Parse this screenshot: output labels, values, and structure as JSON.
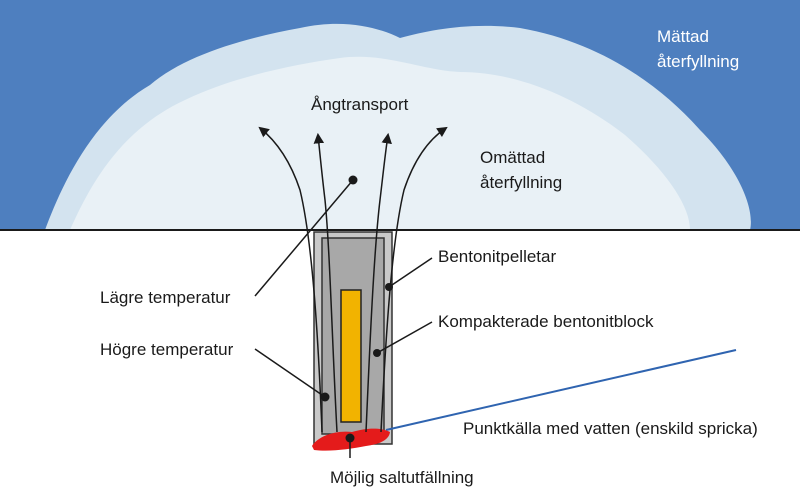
{
  "labels": {
    "saturated_backfill_line1": "Mättad",
    "saturated_backfill_line2": "återfyllning",
    "vapor_transport": "Ångtransport",
    "unsaturated_backfill_line1": "Omättad",
    "unsaturated_backfill_line2": "återfyllning",
    "bentonite_pellets": "Bentonitpelletar",
    "lower_temperature": "Lägre temperatur",
    "compacted_bentonite_blocks": "Kompakterade bentonitblock",
    "higher_temperature": "Högre temperatur",
    "point_source_water": "Punktkälla med vatten (enskild spricka)",
    "possible_salt_precipitation": "Möjlig saltutfällning"
  },
  "colors": {
    "saturated_backfill": "#4e7fbf",
    "unsaturated_outer": "#d3e3ef",
    "unsaturated_inner": "#e9f1f6",
    "pellets": "#c9c9c9",
    "bentonite_block": "#a8a8a8",
    "canister": "#f2b300",
    "salt": "#e41b1b",
    "fracture_line": "#2f64b0"
  }
}
